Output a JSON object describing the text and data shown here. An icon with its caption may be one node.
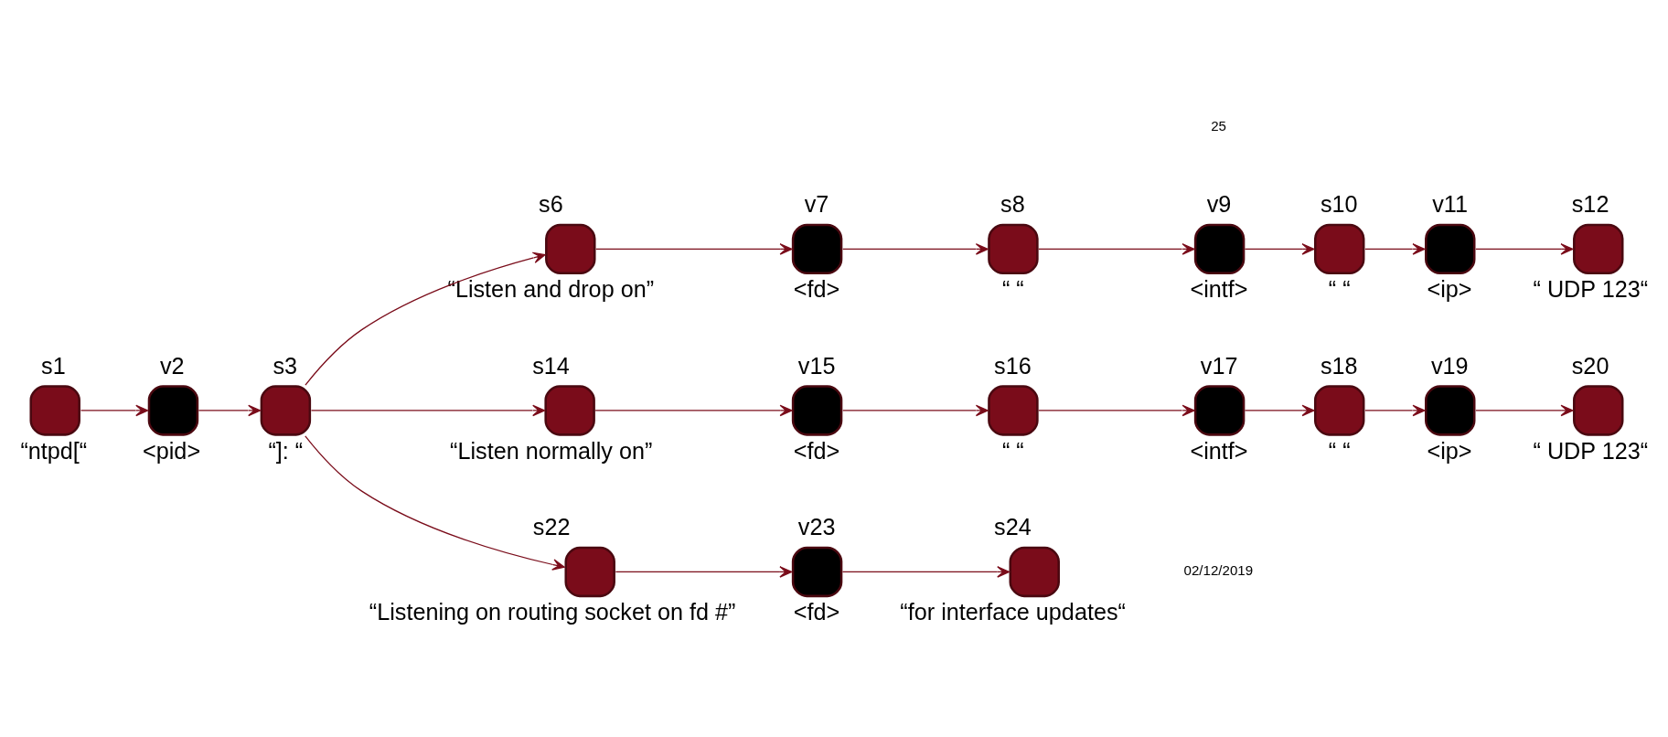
{
  "diagram": {
    "nodes": [
      {
        "text": [
          "s1"
        ],
        "beside": [
          "“ntpd[“"
        ]
      },
      {
        "text": [
          "v2"
        ],
        "beside": [
          "<pid>"
        ]
      },
      {
        "text": [
          "s3"
        ],
        "beside": [
          "“]: “"
        ]
      },
      {
        "text": [
          "s6"
        ],
        "beside": [
          "“Listen and drop on”"
        ]
      },
      {
        "text": [
          "v7"
        ],
        "beside": [
          "<fd>"
        ]
      },
      {
        "text": [
          "s8"
        ],
        "beside": [
          "“ “"
        ]
      },
      {
        "text": [
          "v9"
        ],
        "beside": [
          "<intf>"
        ]
      },
      {
        "text": [
          "s10"
        ],
        "beside": [
          "“ “"
        ]
      },
      {
        "text": [
          "v11"
        ],
        "beside": [
          "<ip>"
        ]
      },
      {
        "text": [
          "s12"
        ],
        "beside": [
          "“ UDP 123“"
        ]
      },
      {
        "text": [
          "s14"
        ],
        "beside": [
          "“Listen normally on”"
        ]
      },
      {
        "text": [
          "v15"
        ],
        "beside": [
          "<fd>"
        ]
      },
      {
        "text": [
          "s16"
        ],
        "beside": [
          "“ “"
        ]
      },
      {
        "text": [
          "v17"
        ],
        "beside": [
          "<intf>"
        ]
      },
      {
        "text": [
          "s18"
        ],
        "beside": [
          "“ “"
        ]
      },
      {
        "text": [
          "v19"
        ],
        "beside": [
          "<ip>"
        ]
      },
      {
        "text": [
          "s20"
        ],
        "beside": [
          "“ UDP 123“"
        ]
      },
      {
        "text": [
          "s22"
        ],
        "beside": [
          "“Listening on routing socket on fd #”"
        ]
      },
      {
        "text": [
          "v23"
        ],
        "beside": [
          "<fd>"
        ]
      },
      {
        "text": [
          "s24"
        ],
        "beside": [
          "“for interface updates“"
        ]
      }
    ],
    "edges": [
      {
        "from": 0,
        "to": 1,
        "arrow": "to"
      },
      {
        "from": 1,
        "to": 2,
        "arrow": "to"
      },
      {
        "from": 2,
        "to": 3,
        "arrow": "to"
      },
      {
        "from": 3,
        "to": 4,
        "arrow": "to"
      },
      {
        "from": 4,
        "to": 5,
        "arrow": "to"
      },
      {
        "from": 5,
        "to": 6,
        "arrow": "to"
      },
      {
        "from": 6,
        "to": 7,
        "arrow": "to"
      },
      {
        "from": 7,
        "to": 8,
        "arrow": "to"
      },
      {
        "from": 8,
        "to": 9,
        "arrow": "to"
      },
      {
        "from": 2,
        "to": 10,
        "arrow": "to"
      },
      {
        "from": 10,
        "to": 11,
        "arrow": "to"
      },
      {
        "from": 11,
        "to": 12,
        "arrow": "to"
      },
      {
        "from": 12,
        "to": 13,
        "arrow": "to"
      },
      {
        "from": 13,
        "to": 14,
        "arrow": "to"
      },
      {
        "from": 14,
        "to": 15,
        "arrow": "to"
      },
      {
        "from": 15,
        "to": 16,
        "arrow": "to"
      },
      {
        "from": 2,
        "to": 17,
        "arrow": "to"
      },
      {
        "from": 17,
        "to": 18,
        "arrow": "to"
      },
      {
        "from": 18,
        "to": 19,
        "arrow": "to"
      }
    ],
    "labels": [
      "02/12/2019",
      "25"
    ]
  }
}
